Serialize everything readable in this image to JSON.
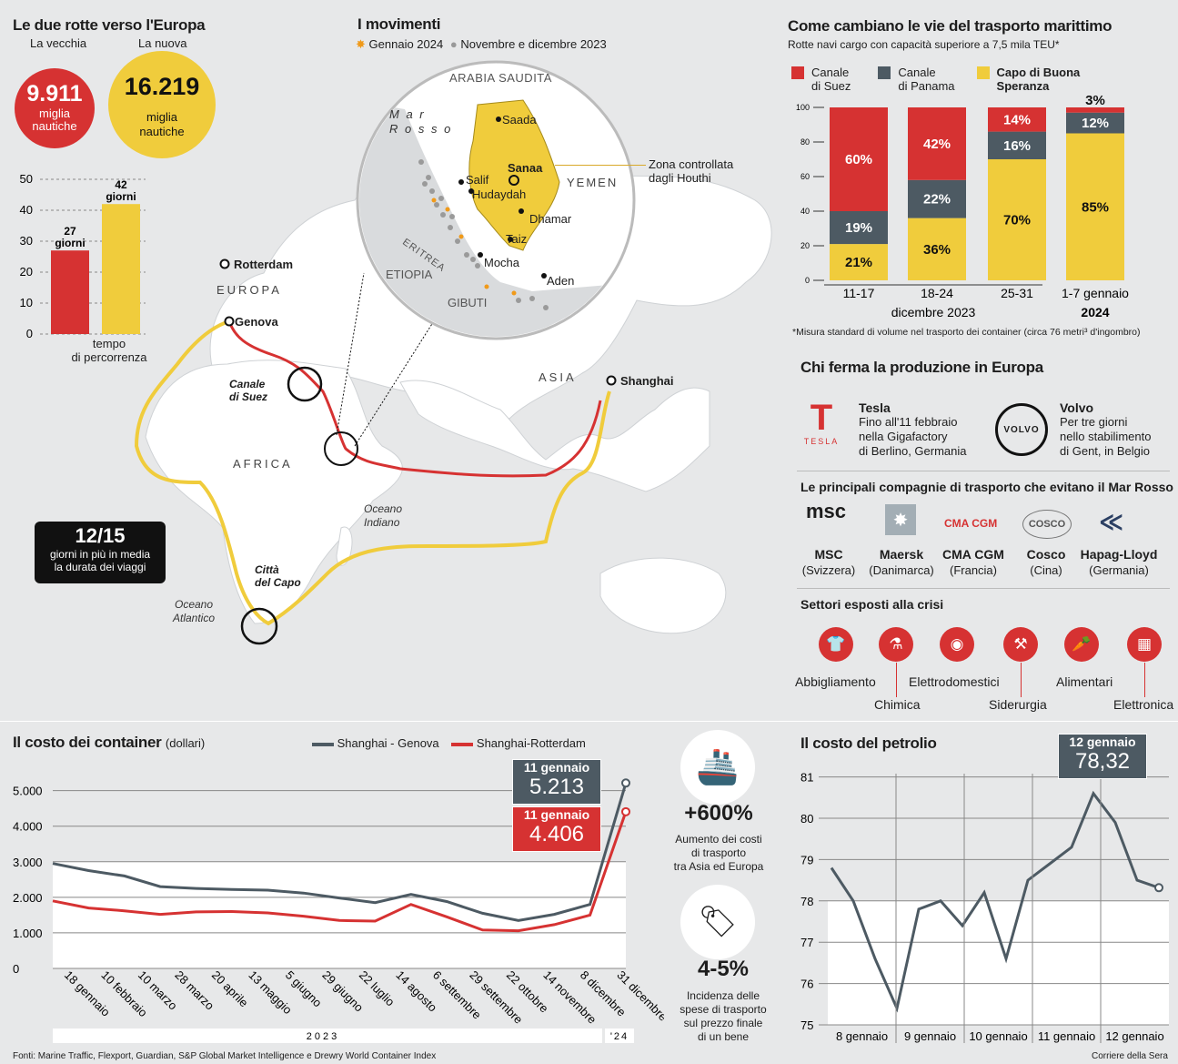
{
  "colors": {
    "red": "#d63232",
    "yellow": "#f0cc3c",
    "slate": "#4d5a63",
    "bg": "#e7e8e9",
    "land": "#ffffff"
  },
  "routes": {
    "title": "Le due rotte verso l'Europa",
    "old_label": "La vecchia",
    "new_label": "La nuova",
    "old_value": "9.911",
    "new_value": "16.219",
    "unit_line1": "miglia",
    "unit_line2": "nautiche",
    "bar_caption_line1": "tempo",
    "bar_caption_line2": "di percorrenza",
    "bars": [
      {
        "value": 27,
        "label": "27",
        "unit": "giorni"
      },
      {
        "value": 42,
        "label": "42",
        "unit": "giorni"
      }
    ],
    "yticks": [
      "0",
      "10",
      "20",
      "30",
      "40",
      "50"
    ]
  },
  "movements": {
    "title": "I movimenti",
    "legend_jan": "Gennaio 2024",
    "legend_nov": "Novembre  e dicembre 2023"
  },
  "map": {
    "places": {
      "rotterdam": "Rotterdam",
      "genova": "Genova",
      "europa": "EUROPA",
      "suez": "Canale\ndi Suez",
      "africa": "AFRICA",
      "asia": "ASIA",
      "shanghai": "Shanghai",
      "indian_line1": "Oceano",
      "indian_line2": "Indiano",
      "atlantic_line1": "Oceano",
      "atlantic_line2": "Atlantico",
      "cape_line1": "Città",
      "cape_line2": "del Capo",
      "suez_line1": "Canale",
      "suez_line2": "di Suez"
    },
    "zoom": {
      "arabia": "ARABIA SAUDITA",
      "mar_line1": "M a r",
      "mar_line2": "R o s s o",
      "yemen": "YEMEN",
      "eritrea": "ERITREA",
      "etiopia": "ETIOPIA",
      "gibuti": "GIBUTI",
      "saada": "Saada",
      "salif": "Salif",
      "sanaa": "Sanaa",
      "hudaydah": "Hudaydah",
      "dhamar": "Dhamar",
      "taiz": "Taiz",
      "mocha": "Mocha",
      "aden": "Aden"
    },
    "houthi_line1": "Zona controllata",
    "houthi_line2": "dagli Houthi",
    "extra_days_value": "12/15",
    "extra_days_line1": "giorni in più in media",
    "extra_days_line2": "la durata dei viaggi"
  },
  "maritime": {
    "title": "Come cambiano le vie del trasporto marittimo",
    "subtitle": "Rotte navi cargo con capacità superiore a 7,5 mila TEU*",
    "legend": [
      {
        "name_l1": "Canale",
        "name_l2": "di Suez"
      },
      {
        "name_l1": "Canale",
        "name_l2": "di Panama"
      },
      {
        "name_l1": "Capo di Buona",
        "name_l2": "Speranza"
      }
    ],
    "footnote": "*Misura standard di volume nel trasporto dei container (circa 76 metri³ d'ingombro)",
    "group_dec": "dicembre 2023",
    "group_2024": "2024"
  },
  "production": {
    "title": "Chi ferma la produzione in Europa",
    "tesla": {
      "name": "Tesla",
      "l1": "Fino all'11 febbraio",
      "l2": "nella Gigafactory",
      "l3": "di Berlino, Germania",
      "logo": "TESLA"
    },
    "volvo": {
      "name": "Volvo",
      "l1": "Per tre giorni",
      "l2": "nello stabilimento",
      "l3": "di Gent, in Belgio",
      "logo": "VOLVO"
    }
  },
  "companies": {
    "title": "Le principali compagnie di trasporto che evitano il Mar Rosso",
    "items": [
      {
        "name": "MSC",
        "country": "(Svizzera)",
        "logo": "msc"
      },
      {
        "name": "Maersk",
        "country": "(Danimarca)",
        "logo": "star-icon"
      },
      {
        "name": "CMA CGM",
        "country": "(Francia)",
        "logo": "CMA CGM"
      },
      {
        "name": "Cosco",
        "country": "(Cina)",
        "logo": "COSCO"
      },
      {
        "name": "Hapag-Lloyd",
        "country": "(Germania)",
        "logo": "hapag-icon"
      }
    ]
  },
  "sectors": {
    "title": "Settori esposti alla crisi",
    "items": [
      {
        "name": "Abbigliamento",
        "icon": "tshirt-icon",
        "glyph": "👕"
      },
      {
        "name": "Chimica",
        "icon": "flask-icon",
        "glyph": "⚗"
      },
      {
        "name": "Elettrodomestici",
        "icon": "washing-machine-icon",
        "glyph": "◉"
      },
      {
        "name": "Siderurgia",
        "icon": "steel-icon",
        "glyph": "⚒"
      },
      {
        "name": "Alimentari",
        "icon": "carrot-icon",
        "glyph": "🥕"
      },
      {
        "name": "Elettronica",
        "icon": "chip-icon",
        "glyph": "▦"
      }
    ]
  },
  "container": {
    "title": "Il costo dei container",
    "title_unit": "(dollari)",
    "legend_a": "Shanghai - Genova",
    "legend_b": "Shanghai-Rotterdam",
    "callout_a_date": "11 gennaio",
    "callout_a_value": "5.213",
    "callout_b_date": "11 gennaio",
    "callout_b_value": "4.406",
    "year_2023": "2023",
    "year_24": "'24"
  },
  "stats": {
    "big1": "+600%",
    "desc1_l1": "Aumento dei costi",
    "desc1_l2": "di trasporto",
    "desc1_l3": "tra Asia ed Europa",
    "big2": "4-5%",
    "desc2_l1": "Incidenza delle",
    "desc2_l2": "spese di trasporto",
    "desc2_l3": "sul prezzo finale",
    "desc2_l4": "di un bene"
  },
  "oil": {
    "title": "Il costo del petrolio",
    "callout_date": "12 gennaio",
    "callout_value": "78,32"
  },
  "footer": {
    "sources": "Fonti: Marine Traffic, Flexport, Guardian, S&P Global Market Intelligence e Drewry World Container Index",
    "credit": "Corriere della Sera"
  },
  "chart_data": [
    {
      "type": "bar",
      "title": "Le due rotte verso l'Europa",
      "categories": [
        "La vecchia",
        "La nuova"
      ],
      "values": [
        27,
        42
      ],
      "ylabel": "tempo di percorrenza",
      "ylim": [
        0,
        50
      ]
    },
    {
      "type": "bar",
      "stacked": true,
      "title": "Come cambiano le vie del trasporto marittimo",
      "categories": [
        "11-17",
        "18-24",
        "25-31",
        "1-7 gennaio"
      ],
      "series": [
        {
          "name": "Capo di Buona Speranza",
          "values": [
            21,
            36,
            70,
            85
          ],
          "labels": [
            "21%",
            "36%",
            "70%",
            "85%"
          ]
        },
        {
          "name": "Canale di Panama",
          "values": [
            19,
            22,
            16,
            12
          ],
          "labels": [
            "19%",
            "22%",
            "16%",
            "12%"
          ]
        },
        {
          "name": "Canale di Suez",
          "values": [
            60,
            42,
            14,
            3
          ],
          "labels": [
            "60%",
            "42%",
            "14%",
            "3%"
          ]
        }
      ],
      "yticks": [
        "0",
        "20",
        "40",
        "60",
        "80",
        "100"
      ],
      "ylim": [
        0,
        100
      ]
    },
    {
      "type": "line",
      "title": "Il costo dei container",
      "ylabel": "dollari",
      "categories": [
        "18 gennaio",
        "10 febbraio",
        "10 marzo",
        "28 marzo",
        "20 aprile",
        "13 maggio",
        "5 giugno",
        "29 giugno",
        "22 luglio",
        "14 agosto",
        "6 settembre",
        "29 settembre",
        "22 ottobre",
        "14 novembre",
        "8 dicembre",
        "31 dicembre"
      ],
      "yticks": [
        "0",
        "1.000",
        "2.000",
        "3.000",
        "4.000",
        "5.000"
      ],
      "ylim": [
        0,
        5400
      ],
      "series": [
        {
          "name": "Shanghai - Genova",
          "values": [
            2950,
            2750,
            2600,
            2300,
            2250,
            2220,
            2200,
            2120,
            1980,
            1850,
            2080,
            1880,
            1550,
            1350,
            1520,
            1800,
            5213
          ]
        },
        {
          "name": "Shanghai-Rotterdam",
          "values": [
            1900,
            1700,
            1620,
            1520,
            1590,
            1600,
            1560,
            1470,
            1350,
            1330,
            1800,
            1450,
            1080,
            1060,
            1230,
            1500,
            4406
          ]
        }
      ]
    },
    {
      "type": "line",
      "title": "Il costo del petrolio",
      "categories": [
        "8 gennaio",
        "9 gennaio",
        "10 gennaio",
        "11 gennaio",
        "12 gennaio"
      ],
      "yticks": [
        "75",
        "76",
        "77",
        "78",
        "79",
        "80",
        "81"
      ],
      "ylim": [
        75,
        81.3
      ],
      "series": [
        {
          "name": "",
          "values": [
            78.8,
            78.0,
            76.6,
            75.4,
            77.8,
            78.0,
            77.4,
            78.2,
            76.6,
            78.5,
            78.9,
            79.3,
            80.6,
            79.9,
            78.5,
            78.32
          ]
        }
      ]
    }
  ]
}
